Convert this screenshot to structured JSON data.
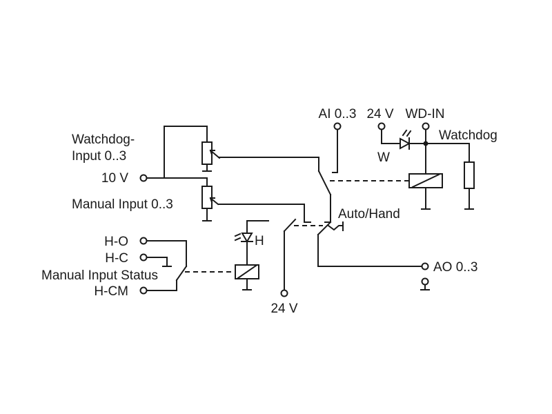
{
  "labels": {
    "ai": "AI 0..3",
    "v24_top": "24 V",
    "wd_in": "WD-IN",
    "watchdog": "Watchdog",
    "w": "W",
    "watchdog_input_1": "Watchdog-",
    "watchdog_input_2": "Input 0..3",
    "v10": "10 V",
    "manual_input": "Manual Input 0..3",
    "auto_hand": "Auto/Hand",
    "h": "H",
    "ho": "H-O",
    "hc": "H-C",
    "manual_status": "Manual Input Status",
    "hcm": "H-CM",
    "ao": "AO 0..3",
    "v24_bottom": "24 V"
  }
}
